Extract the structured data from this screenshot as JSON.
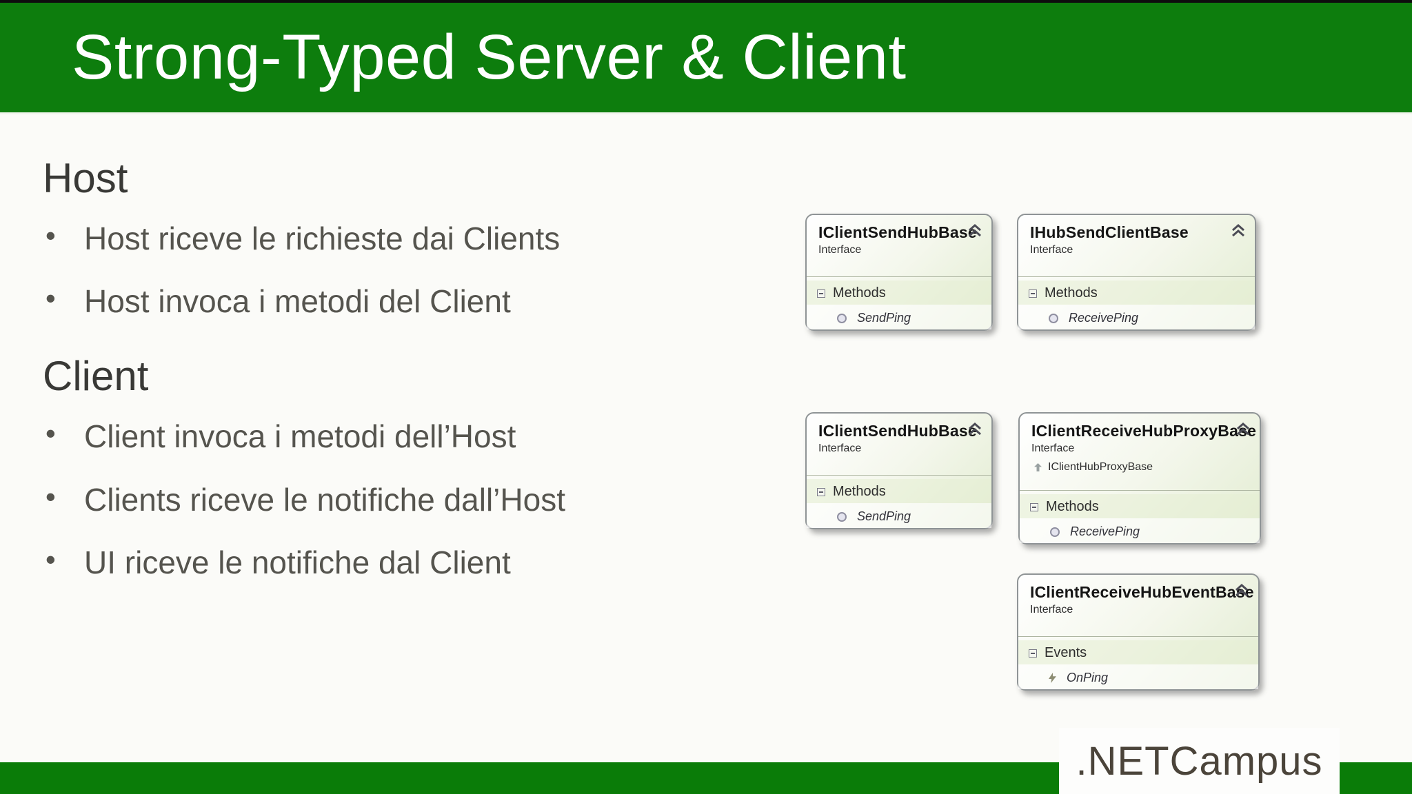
{
  "slide": {
    "title": "Strong-Typed Server & Client",
    "text_sections": [
      {
        "heading": "Host",
        "bullets": [
          "Host riceve le richieste dai Clients",
          "Host invoca i metodi del Client"
        ]
      },
      {
        "heading": "Client",
        "bullets": [
          "Client invoca i metodi dell’Host",
          "Clients riceve le notifiche dall’Host",
          "UI riceve le notifiche dal Client"
        ]
      }
    ]
  },
  "diagram": {
    "boxes": [
      {
        "title": "IClientSendHubBase",
        "stereotype": "Interface",
        "collapse_icon": "collapse-chevron-icon",
        "bases": [],
        "sections": [
          {
            "label": "Methods",
            "expander_icon": "section-expander-icon",
            "members": [
              {
                "icon": "method-icon",
                "name": "SendPing"
              }
            ]
          }
        ]
      },
      {
        "title": "IHubSendClientBase",
        "stereotype": "Interface",
        "collapse_icon": "collapse-chevron-icon",
        "bases": [],
        "sections": [
          {
            "label": "Methods",
            "expander_icon": "section-expander-icon",
            "members": [
              {
                "icon": "method-icon",
                "name": "ReceivePing"
              }
            ]
          }
        ]
      },
      {
        "title": "IClientSendHubBase",
        "stereotype": "Interface",
        "collapse_icon": "collapse-chevron-icon",
        "bases": [],
        "sections": [
          {
            "label": "Methods",
            "expander_icon": "section-expander-icon",
            "members": [
              {
                "icon": "method-icon",
                "name": "SendPing"
              }
            ]
          }
        ]
      },
      {
        "title": "IClientReceiveHubProxyBase",
        "stereotype": "Interface",
        "collapse_icon": "collapse-chevron-icon",
        "bases": [
          {
            "icon": "inheritance-icon",
            "name": "IClientHubProxyBase"
          }
        ],
        "sections": [
          {
            "label": "Methods",
            "expander_icon": "section-expander-icon",
            "members": [
              {
                "icon": "method-icon",
                "name": "ReceivePing"
              }
            ]
          }
        ]
      },
      {
        "title": "IClientReceiveHubEventBase",
        "stereotype": "Interface",
        "collapse_icon": "collapse-chevron-icon",
        "bases": [],
        "sections": [
          {
            "label": "Events",
            "expander_icon": "section-expander-icon",
            "members": [
              {
                "icon": "event-icon",
                "name": "OnPing"
              }
            ]
          }
        ]
      }
    ]
  },
  "footer": {
    "logo_text": ".NETCampus"
  },
  "colors": {
    "header_green": "#0d7d0d",
    "footer_green": "#0a7c08",
    "title_text": "#ffffff",
    "heading_text": "#393936",
    "body_text": "#55544e",
    "box_border": "#8f9496",
    "box_gradient_end": "#e2ecd1",
    "logo_text": "#4b443a"
  }
}
